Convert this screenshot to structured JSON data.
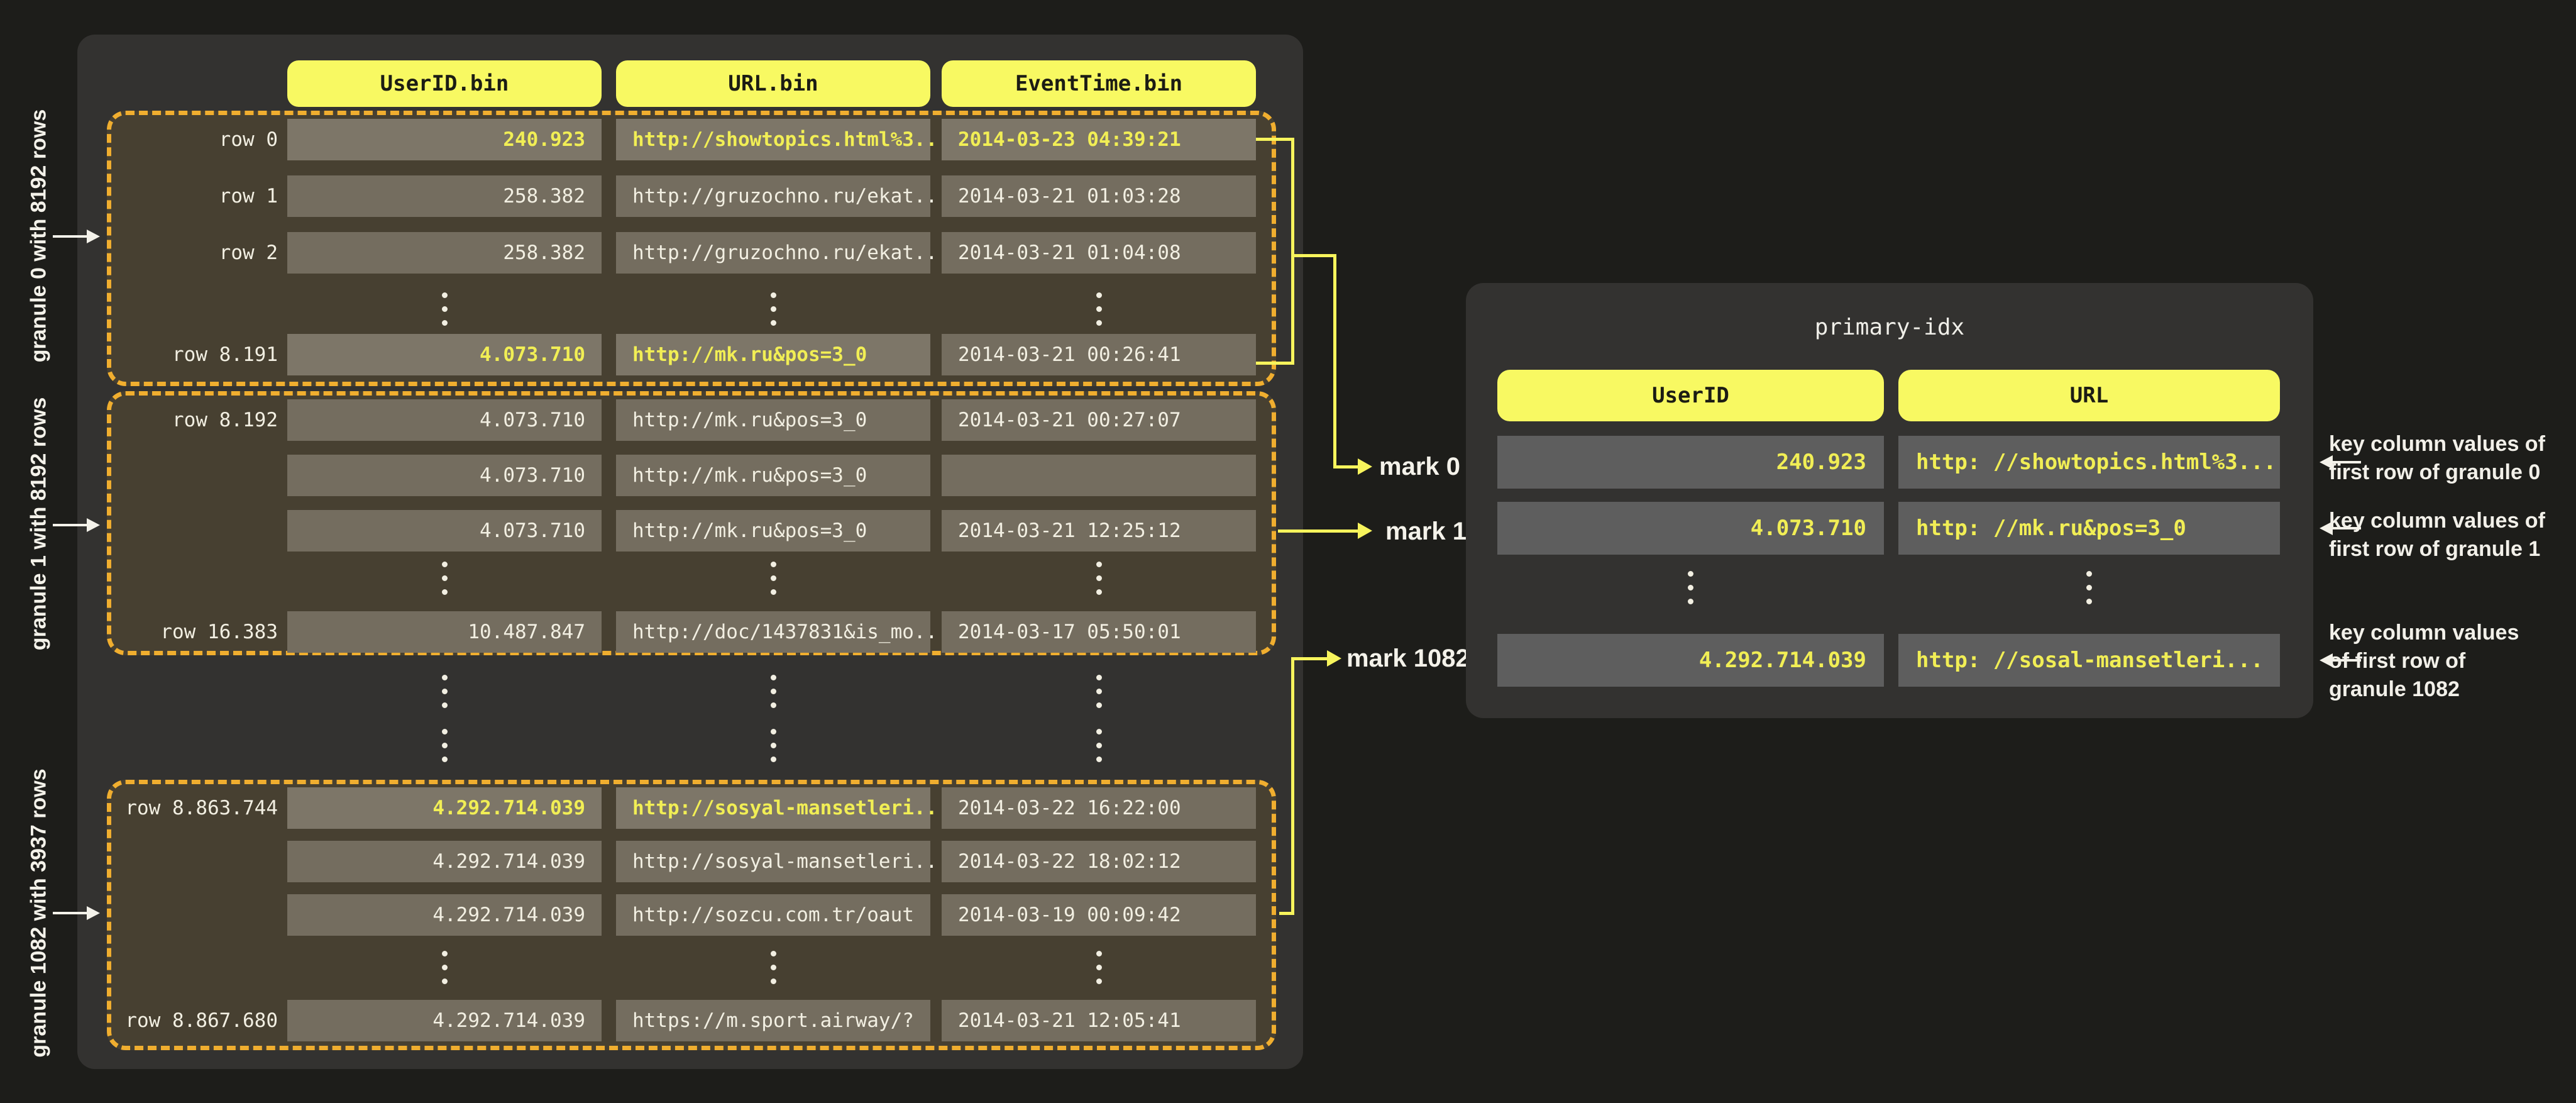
{
  "left": {
    "columns": [
      "UserID.bin",
      "URL.bin",
      "EventTime.bin"
    ],
    "granules": [
      {
        "side_label": "granule 0 with 8192 rows",
        "rows": [
          {
            "label": "row 0",
            "user": "240.923",
            "url": "http://showtopics.html%3...",
            "time": "2014-03-23 04:39:21"
          },
          {
            "label": "row 1",
            "user": "258.382",
            "url": "http://gruzochno.ru/ekat...",
            "time": "2014-03-21 01:03:28"
          },
          {
            "label": "row 2",
            "user": "258.382",
            "url": "http://gruzochno.ru/ekat...",
            "time": "2014-03-21 01:04:08"
          },
          {
            "label": "row 8.191",
            "user": "4.073.710",
            "url": "http://mk.ru&pos=3_0",
            "time": "2014-03-21 00:26:41"
          }
        ]
      },
      {
        "side_label": "granule 1 with 8192 rows",
        "rows": [
          {
            "label": "row 8.192",
            "user": "4.073.710",
            "url": "http://mk.ru&pos=3_0",
            "time": "2014-03-21 00:27:07"
          },
          {
            "label": "",
            "user": "4.073.710",
            "url": "http://mk.ru&pos=3_0",
            "time": ""
          },
          {
            "label": "",
            "user": "4.073.710",
            "url": "http://mk.ru&pos=3_0",
            "time": "2014-03-21 12:25:12"
          },
          {
            "label": "row 16.383",
            "user": "10.487.847",
            "url": "http://doc/1437831&is_mo...",
            "time": "2014-03-17 05:50:01"
          }
        ]
      },
      {
        "side_label": "granule 1082  with  3937 rows",
        "rows": [
          {
            "label": "row 8.863.744",
            "user": "4.292.714.039",
            "url": "http://sosyal-mansetleri...",
            "time": "2014-03-22 16:22:00"
          },
          {
            "label": "",
            "user": "4.292.714.039",
            "url": "http://sosyal-mansetleri...",
            "time": "2014-03-22 18:02:12"
          },
          {
            "label": "",
            "user": "4.292.714.039",
            "url": "http://sozcu.com.tr/oaut",
            "time": "2014-03-19 00:09:42"
          },
          {
            "label": "row 8.867.680",
            "user": "4.292.714.039",
            "url": "https://m.sport.airway/?",
            "time": "2014-03-21 12:05:41"
          }
        ]
      }
    ]
  },
  "marks": {
    "m0": "mark 0",
    "m1": "mark 1",
    "m1082": "mark 1082"
  },
  "index_panel": {
    "title": "primary-idx",
    "columns": [
      "UserID",
      "URL"
    ],
    "rows": [
      {
        "user": "240.923",
        "url": "http: //showtopics.html%3..."
      },
      {
        "user": "4.073.710",
        "url": "http: //mk.ru&pos=3_0"
      },
      {
        "user": "4.292.714.039",
        "url": "http: //sosal-mansetleri..."
      }
    ]
  },
  "annotations": [
    {
      "lines": [
        "key column values of",
        "first row of granule 0"
      ]
    },
    {
      "lines": [
        "key column values of",
        "first row of granule 1"
      ]
    },
    {
      "lines": [
        "key column values",
        "of first row of",
        "granule 1082"
      ]
    }
  ],
  "colors": {
    "page_bg": "#1d1d1a",
    "panel_bg": "#333230",
    "granule_bg": "#474031",
    "dashed_border": "#f0ae2f",
    "cell_bg": "#746d5f",
    "cell_bg_highlight": "#7d7668",
    "index_cell_bg": "#5e5e5e",
    "pill_yellow": "#f8f962",
    "connector_yellow": "#f7f45c",
    "highlight_text": "#f1ee55",
    "text_cream": "#f2efe2"
  }
}
